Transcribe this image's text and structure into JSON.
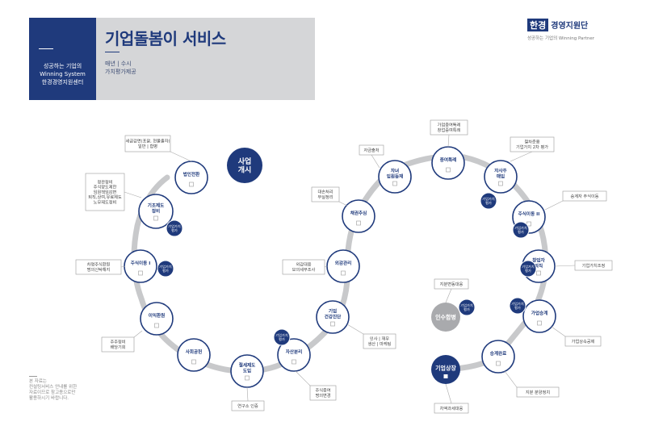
{
  "header": {
    "left_lines": [
      "성공하는 기업의",
      "Winning System",
      "한경경영지원센터"
    ],
    "title": "기업돌봄이 서비스",
    "sub_lines": [
      "매년 | 수시",
      "가치평가제공"
    ]
  },
  "logo": {
    "mark": "한경",
    "name": "경영지원단",
    "tagline": "성공하는 기업의 Winning Partner"
  },
  "note_lines": [
    "본 자료는",
    "컨설팅서비스 안내를 위한",
    "자료이므로 참고용으로만",
    "활용하시기 바랍니다."
  ],
  "nodes": [
    {
      "label": "사업\n개시",
      "style": "navy-big"
    },
    {
      "label": "법인전환",
      "style": "normal"
    },
    {
      "label": "기초제도\n정비",
      "style": "normal"
    },
    {
      "label": "주식이동 I",
      "style": "normal"
    },
    {
      "label": "이익환원",
      "style": "normal"
    },
    {
      "label": "사회공헌",
      "style": "normal"
    },
    {
      "label": "절세제도\n도입",
      "style": "normal"
    },
    {
      "label": "자산분리",
      "style": "normal"
    },
    {
      "label": "기업\n건강진단",
      "style": "normal"
    },
    {
      "label": "외감관리",
      "style": "normal"
    },
    {
      "label": "채권추심",
      "style": "normal"
    },
    {
      "label": "자녀\n입원등재",
      "style": "normal"
    },
    {
      "label": "증여특례",
      "style": "normal"
    },
    {
      "label": "자사주\n매입",
      "style": "normal"
    },
    {
      "label": "주식이동 II",
      "style": "normal"
    },
    {
      "label": "창업자\n퇴직",
      "style": "normal"
    },
    {
      "label": "가업승계",
      "style": "normal"
    },
    {
      "label": "승계완료",
      "style": "normal"
    },
    {
      "label": "인수합병",
      "style": "gray"
    },
    {
      "label": "기업상장",
      "style": "navy-sq"
    }
  ],
  "badge_label": "기업가치\n평가",
  "callouts": [
    "세금감면(포괄, 현물출자)\n일반 | 합병",
    "정관정비\n주식양도제한\n임원책임감면\n퇴직,상여,유료제도\n노무제도정비",
    "차명주식환원\n명의신탁해지",
    "주주정비\n배당기회",
    "연구소 인증",
    "주식증여\n명의변경",
    "인사 | 재무\n생산 | 마케팅",
    "외감대응\n모의세무조사",
    "대손처리\n부실정리",
    "자금출처",
    "가업증여특례\n창업증여특례",
    "절차준용\n기업가치 2차 평가",
    "승계자 주식이동",
    "기업가치조정",
    "가업상속공제",
    "지분 분양정치",
    "지분변동대응",
    "차액과세대응"
  ],
  "colors": {
    "navy": "#1f3a7c",
    "ring": "#c8c9cb",
    "gray_node": "#a9aaad",
    "header_gray": "#d5d6d8"
  }
}
